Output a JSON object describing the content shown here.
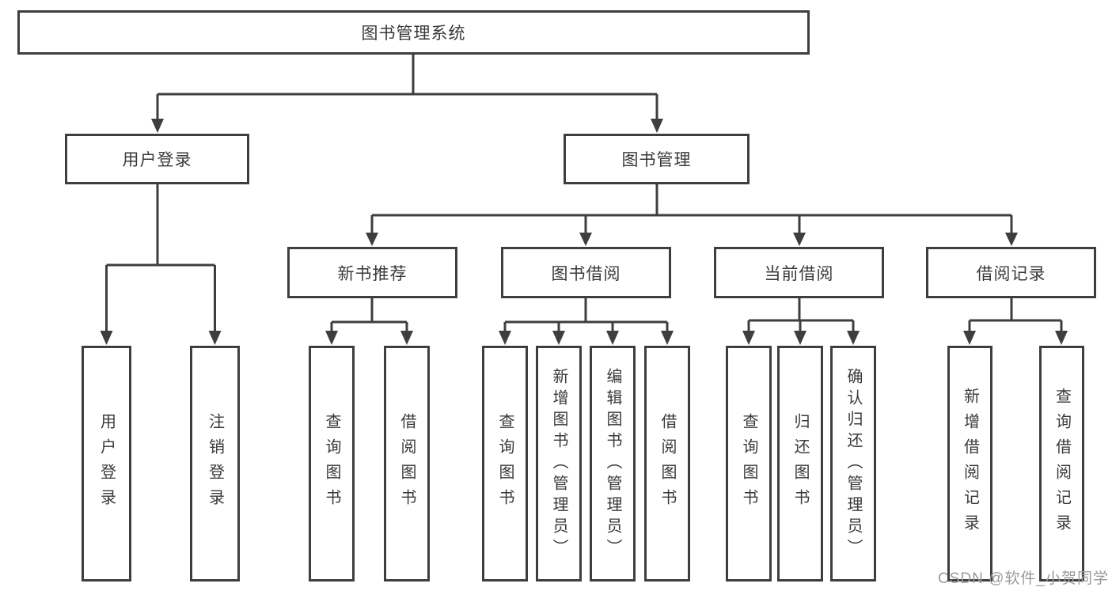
{
  "diagram": {
    "type": "tree",
    "root": {
      "label": "图书管理系统",
      "children": [
        {
          "label": "用户登录",
          "children": [
            {
              "label": "用户登录"
            },
            {
              "label": "注销登录"
            }
          ]
        },
        {
          "label": "图书管理",
          "children": [
            {
              "label": "新书推荐",
              "children": [
                {
                  "label": "查询图书"
                },
                {
                  "label": "借阅图书"
                }
              ]
            },
            {
              "label": "图书借阅",
              "children": [
                {
                  "label": "查询图书"
                },
                {
                  "label": "新增图书（管理员）"
                },
                {
                  "label": "编辑图书（管理员）"
                },
                {
                  "label": "借阅图书"
                }
              ]
            },
            {
              "label": "当前借阅",
              "children": [
                {
                  "label": "查询图书"
                },
                {
                  "label": "归还图书"
                },
                {
                  "label": "确认归还（管理员）"
                }
              ]
            },
            {
              "label": "借阅记录",
              "children": [
                {
                  "label": "新增借阅记录"
                },
                {
                  "label": "查询借阅记录"
                }
              ]
            }
          ]
        }
      ]
    },
    "colors": {
      "line": "#3e3e3e",
      "box_border": "#3e3e3e",
      "box_fill": "#ffffff",
      "text": "#3a3a3a",
      "watermark": "#9b9b9b",
      "background": "#ffffff"
    }
  },
  "watermark": {
    "text": "CSDN @软件_小贺同学"
  }
}
